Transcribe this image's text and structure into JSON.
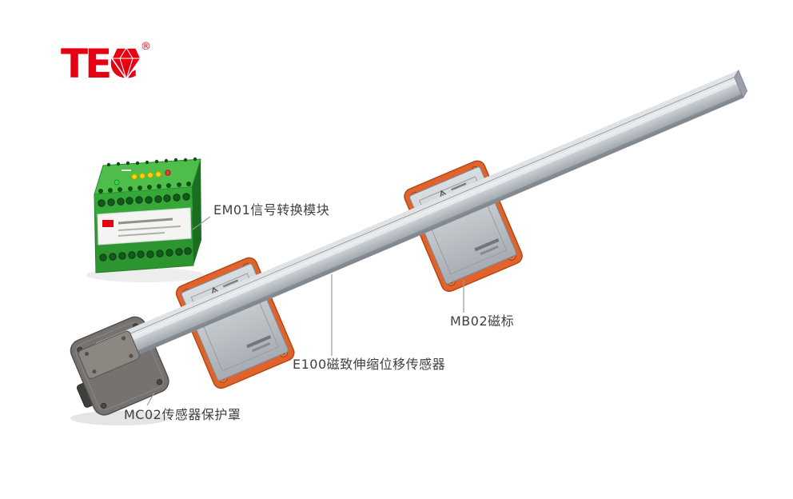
{
  "logo": {
    "text": "TEC",
    "registered": "®"
  },
  "annotations": {
    "em01": "EM01信号转换模块",
    "e100": "E100磁致伸缩位移传感器",
    "mb02": "MB02磁标",
    "mc02": "MC02传感器保护罩"
  },
  "colors": {
    "background": "#ffffff",
    "logo_red": "#e60012",
    "module_green_top": "#4fbd4a",
    "module_green_front": "#2f9e33",
    "marker_orange": "#e2622b",
    "bar_silver": "#c2c7cc",
    "cover_gray": "#767270",
    "label_text": "#3f3f3f",
    "leader_line": "#9b9b9b"
  }
}
